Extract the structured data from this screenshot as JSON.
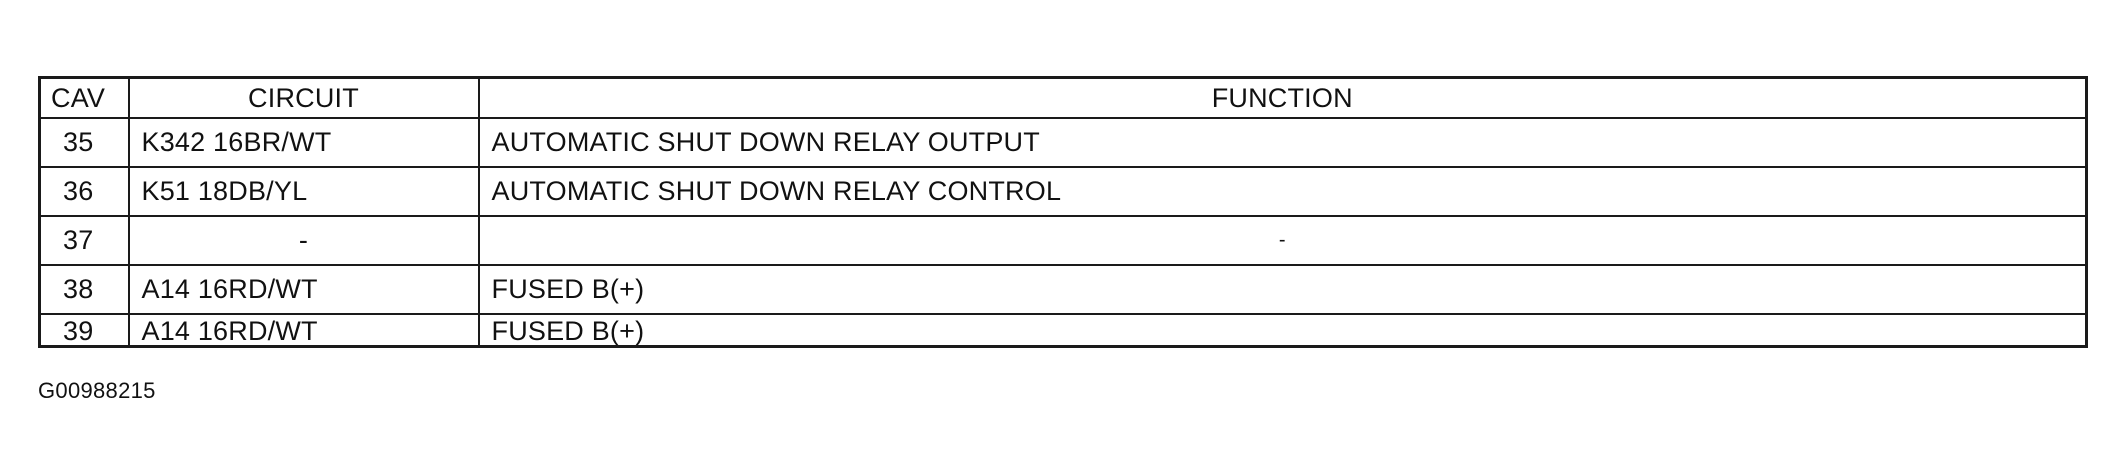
{
  "table": {
    "headers": {
      "cav": "CAV",
      "circuit": "CIRCUIT",
      "function": "FUNCTION"
    },
    "rows": [
      {
        "cav": "35",
        "circuit": "K342 16BR/WT",
        "function": "AUTOMATIC SHUT DOWN RELAY OUTPUT"
      },
      {
        "cav": "36",
        "circuit": "K51 18DB/YL",
        "function": "AUTOMATIC SHUT DOWN RELAY CONTROL"
      },
      {
        "cav": "37",
        "circuit": "-",
        "function": "-"
      },
      {
        "cav": "38",
        "circuit": "A14 16RD/WT",
        "function": "FUSED B(+)"
      },
      {
        "cav": "39",
        "circuit": "A14 16RD/WT",
        "function": "FUSED B(+)"
      }
    ]
  },
  "footer": {
    "image_id": "G00988215"
  }
}
